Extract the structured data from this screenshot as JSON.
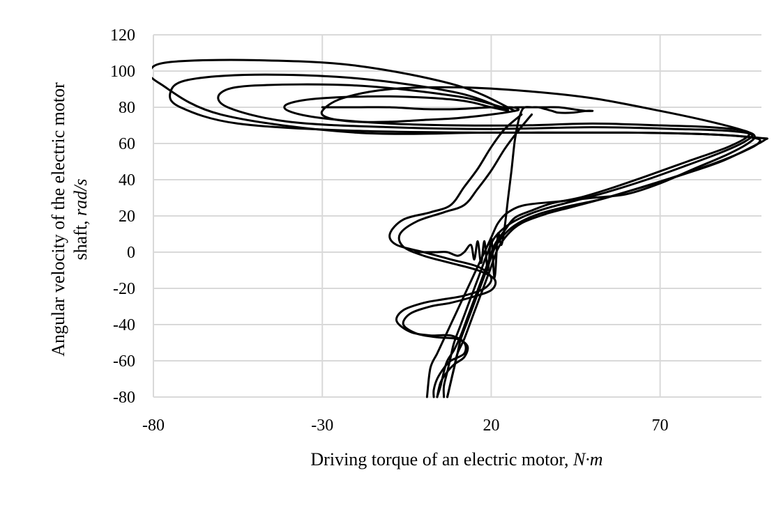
{
  "chart_data": {
    "type": "line",
    "title": "",
    "xlabel": "Driving torque of an electric motor, ",
    "xlabel_unit": "N·m",
    "ylabel": "Angular velocity of the electric motor",
    "ylabel_line2": "shaft, ",
    "ylabel_unit": "rad/s",
    "xlim": [
      -80,
      100
    ],
    "ylim": [
      -80,
      120
    ],
    "x_ticks": [
      "-80",
      "-30",
      "20",
      "70"
    ],
    "y_ticks": [
      "120",
      "100",
      "80",
      "60",
      "40",
      "20",
      "0",
      "-20",
      "-40",
      "-60",
      "-80"
    ],
    "grid": true,
    "legend": "none",
    "series": [
      {
        "x": [
          -3,
          0,
          4,
          7,
          10,
          12,
          14,
          15,
          16,
          17,
          18,
          19,
          20,
          21,
          22,
          23,
          24,
          25,
          26,
          27,
          28,
          29,
          30,
          32,
          34,
          36,
          38,
          40,
          44,
          48,
          50,
          48,
          44,
          40,
          36,
          32,
          29,
          27
        ],
        "y": [
          0,
          0,
          0,
          0,
          -2,
          0,
          4,
          -4,
          6,
          -6,
          6,
          -10,
          8,
          -14,
          10,
          4,
          14,
          30,
          45,
          62,
          72,
          78,
          80,
          80,
          80,
          79,
          78,
          77,
          77,
          78,
          78,
          78,
          79,
          80,
          80,
          80,
          80,
          80
        ]
      },
      {
        "x": [
          -30,
          -20,
          -10,
          0,
          10,
          20,
          26,
          28,
          27,
          20,
          10,
          0,
          -10,
          -20,
          -28,
          -30,
          -24,
          -10,
          10,
          30,
          50,
          70,
          85,
          95,
          98,
          96,
          90,
          80,
          70,
          60,
          50,
          40,
          30,
          25,
          22,
          20,
          18,
          16,
          14,
          12,
          10,
          8,
          6,
          4,
          2,
          1
        ],
        "y": [
          80,
          80,
          80,
          79,
          79,
          80,
          80,
          79,
          78,
          76,
          74,
          73,
          72,
          72,
          74,
          78,
          85,
          90,
          91,
          89,
          85,
          78,
          72,
          67,
          64,
          60,
          54,
          46,
          38,
          32,
          30,
          28,
          26,
          22,
          16,
          8,
          0,
          -8,
          -16,
          -24,
          -32,
          -40,
          -48,
          -56,
          -64,
          -80
        ]
      },
      {
        "x": [
          25,
          20,
          10,
          -10,
          -30,
          -40,
          -40,
          -30,
          -10,
          10,
          30,
          50,
          70,
          85,
          95,
          96,
          90,
          78,
          66,
          55,
          46,
          38,
          32,
          27,
          24,
          21,
          19,
          17,
          15,
          13,
          11,
          9,
          7,
          6,
          5,
          4
        ],
        "y": [
          78,
          80,
          84,
          86,
          85,
          82,
          78,
          74,
          71,
          70,
          70,
          71,
          70,
          69,
          67,
          64,
          58,
          50,
          42,
          35,
          30,
          27,
          23,
          19,
          12,
          4,
          -6,
          -16,
          -26,
          -36,
          -46,
          -54,
          -60,
          -66,
          -74,
          -80
        ]
      },
      {
        "x": [
          25,
          10,
          -20,
          -50,
          -60,
          -58,
          -40,
          -10,
          20,
          50,
          75,
          90,
          97,
          95,
          88,
          78,
          66,
          54,
          44,
          36,
          30,
          25,
          21,
          19,
          17,
          15,
          13,
          11,
          9,
          8,
          7,
          6,
          6
        ],
        "y": [
          79,
          86,
          92,
          92,
          88,
          80,
          72,
          69,
          68,
          69,
          68,
          67,
          65,
          61,
          55,
          48,
          40,
          33,
          28,
          24,
          20,
          15,
          8,
          0,
          -10,
          -20,
          -30,
          -40,
          -50,
          -58,
          -66,
          -74,
          -80
        ]
      },
      {
        "x": [
          25,
          10,
          -20,
          -50,
          -70,
          -75,
          -72,
          -55,
          -20,
          20,
          60,
          85,
          98,
          99,
          94,
          86,
          75,
          63,
          52,
          42,
          34,
          28,
          24,
          21,
          19,
          17,
          15,
          13,
          11,
          10,
          9,
          8,
          7
        ],
        "y": [
          78,
          88,
          96,
          98,
          95,
          88,
          80,
          71,
          67,
          66,
          66,
          65,
          63,
          60,
          55,
          49,
          42,
          35,
          29,
          25,
          21,
          16,
          10,
          2,
          -8,
          -18,
          -28,
          -38,
          -48,
          -56,
          -64,
          -72,
          -80
        ]
      },
      {
        "x": [
          27,
          10,
          -20,
          -50,
          -75,
          -81,
          -78,
          -60,
          -20,
          20,
          60,
          85,
          100,
          101,
          96,
          88,
          77,
          65,
          54,
          44,
          36,
          29,
          25,
          22,
          20,
          18,
          16,
          14,
          12,
          10,
          9,
          8,
          7
        ],
        "y": [
          78,
          92,
          103,
          106,
          105,
          100,
          93,
          76,
          66,
          66,
          66,
          65,
          63,
          62,
          57,
          50,
          43,
          36,
          30,
          25,
          21,
          16,
          10,
          2,
          -8,
          -18,
          -28,
          -38,
          -48,
          -56,
          -64,
          -72,
          -80
        ]
      },
      {
        "x": [
          29,
          24,
          20,
          16,
          12,
          8,
          2,
          -6,
          -10,
          -8,
          0,
          8,
          16,
          20,
          18,
          12,
          6,
          0,
          -6,
          -8,
          -4,
          2,
          8,
          12,
          12,
          8,
          6,
          4,
          3,
          3
        ],
        "y": [
          76,
          68,
          58,
          46,
          36,
          26,
          22,
          18,
          10,
          4,
          0,
          -4,
          -8,
          -14,
          -20,
          -24,
          -26,
          -28,
          -32,
          -38,
          -44,
          -46,
          -46,
          -50,
          -56,
          -60,
          -64,
          -70,
          -76,
          -80
        ]
      },
      {
        "x": [
          32,
          28,
          24,
          20,
          16,
          12,
          6,
          -2,
          -7,
          -6,
          0,
          8,
          16,
          21,
          20,
          14,
          8,
          2,
          -4,
          -6,
          -2,
          4,
          10,
          13,
          12,
          9,
          7,
          5,
          4
        ],
        "y": [
          76,
          67,
          57,
          45,
          35,
          26,
          22,
          17,
          10,
          3,
          -2,
          -6,
          -10,
          -15,
          -21,
          -25,
          -28,
          -30,
          -34,
          -40,
          -45,
          -47,
          -48,
          -52,
          -58,
          -62,
          -66,
          -72,
          -80
        ]
      }
    ]
  }
}
